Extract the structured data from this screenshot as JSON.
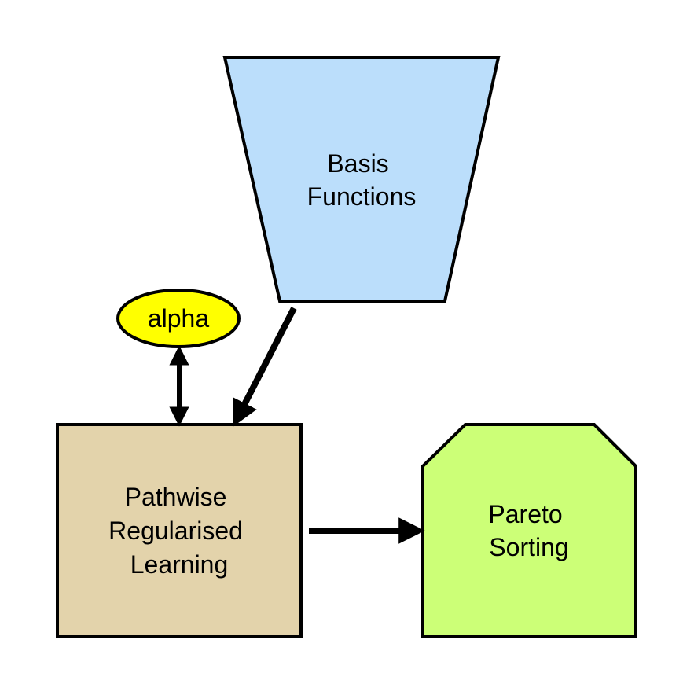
{
  "diagram": {
    "nodes": {
      "basis": {
        "lines": [
          "Basis",
          "Functions"
        ],
        "shape": "inverted-trapezoid",
        "fill": "#bbdefb"
      },
      "alpha": {
        "label": "alpha",
        "shape": "ellipse",
        "fill": "#ffff00"
      },
      "pathwise": {
        "lines": [
          "Pathwise",
          "Regularised",
          "Learning"
        ],
        "shape": "rectangle",
        "fill": "#e3d3ab"
      },
      "pareto": {
        "lines": [
          "Pareto",
          "Sorting"
        ],
        "shape": "clipped-corner-rectangle",
        "fill": "#ccff77"
      }
    },
    "edges": [
      {
        "from": "basis",
        "to": "pathwise",
        "direction": "forward"
      },
      {
        "from": "alpha",
        "to": "pathwise",
        "direction": "bidirectional"
      },
      {
        "from": "pathwise",
        "to": "pareto",
        "direction": "forward"
      }
    ],
    "stroke_color": "#000000"
  }
}
